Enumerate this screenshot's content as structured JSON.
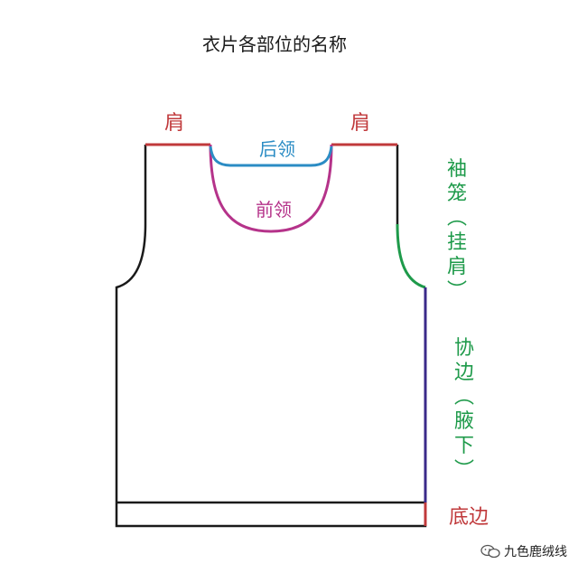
{
  "title": "衣片各部位的名称",
  "labels": {
    "shoulder_left": "肩",
    "shoulder_right": "肩",
    "back_neck": "后领",
    "front_neck": "前领",
    "armhole": [
      "袖",
      "笼",
      "︵",
      "挂",
      "肩",
      "︶"
    ],
    "side_seam": [
      "协",
      "边",
      "︵",
      "腋",
      "下",
      "︶"
    ],
    "hem": "底边"
  },
  "watermark": "九色鹿绒线",
  "colors": {
    "outline": "#1a1a1a",
    "shoulder": "#c0393b",
    "back_neck": "#2b8cc4",
    "front_neck": "#b5338a",
    "armhole": "#1e9a4a",
    "side_seam": "#3b2a8a",
    "hem": "#c0393b"
  }
}
